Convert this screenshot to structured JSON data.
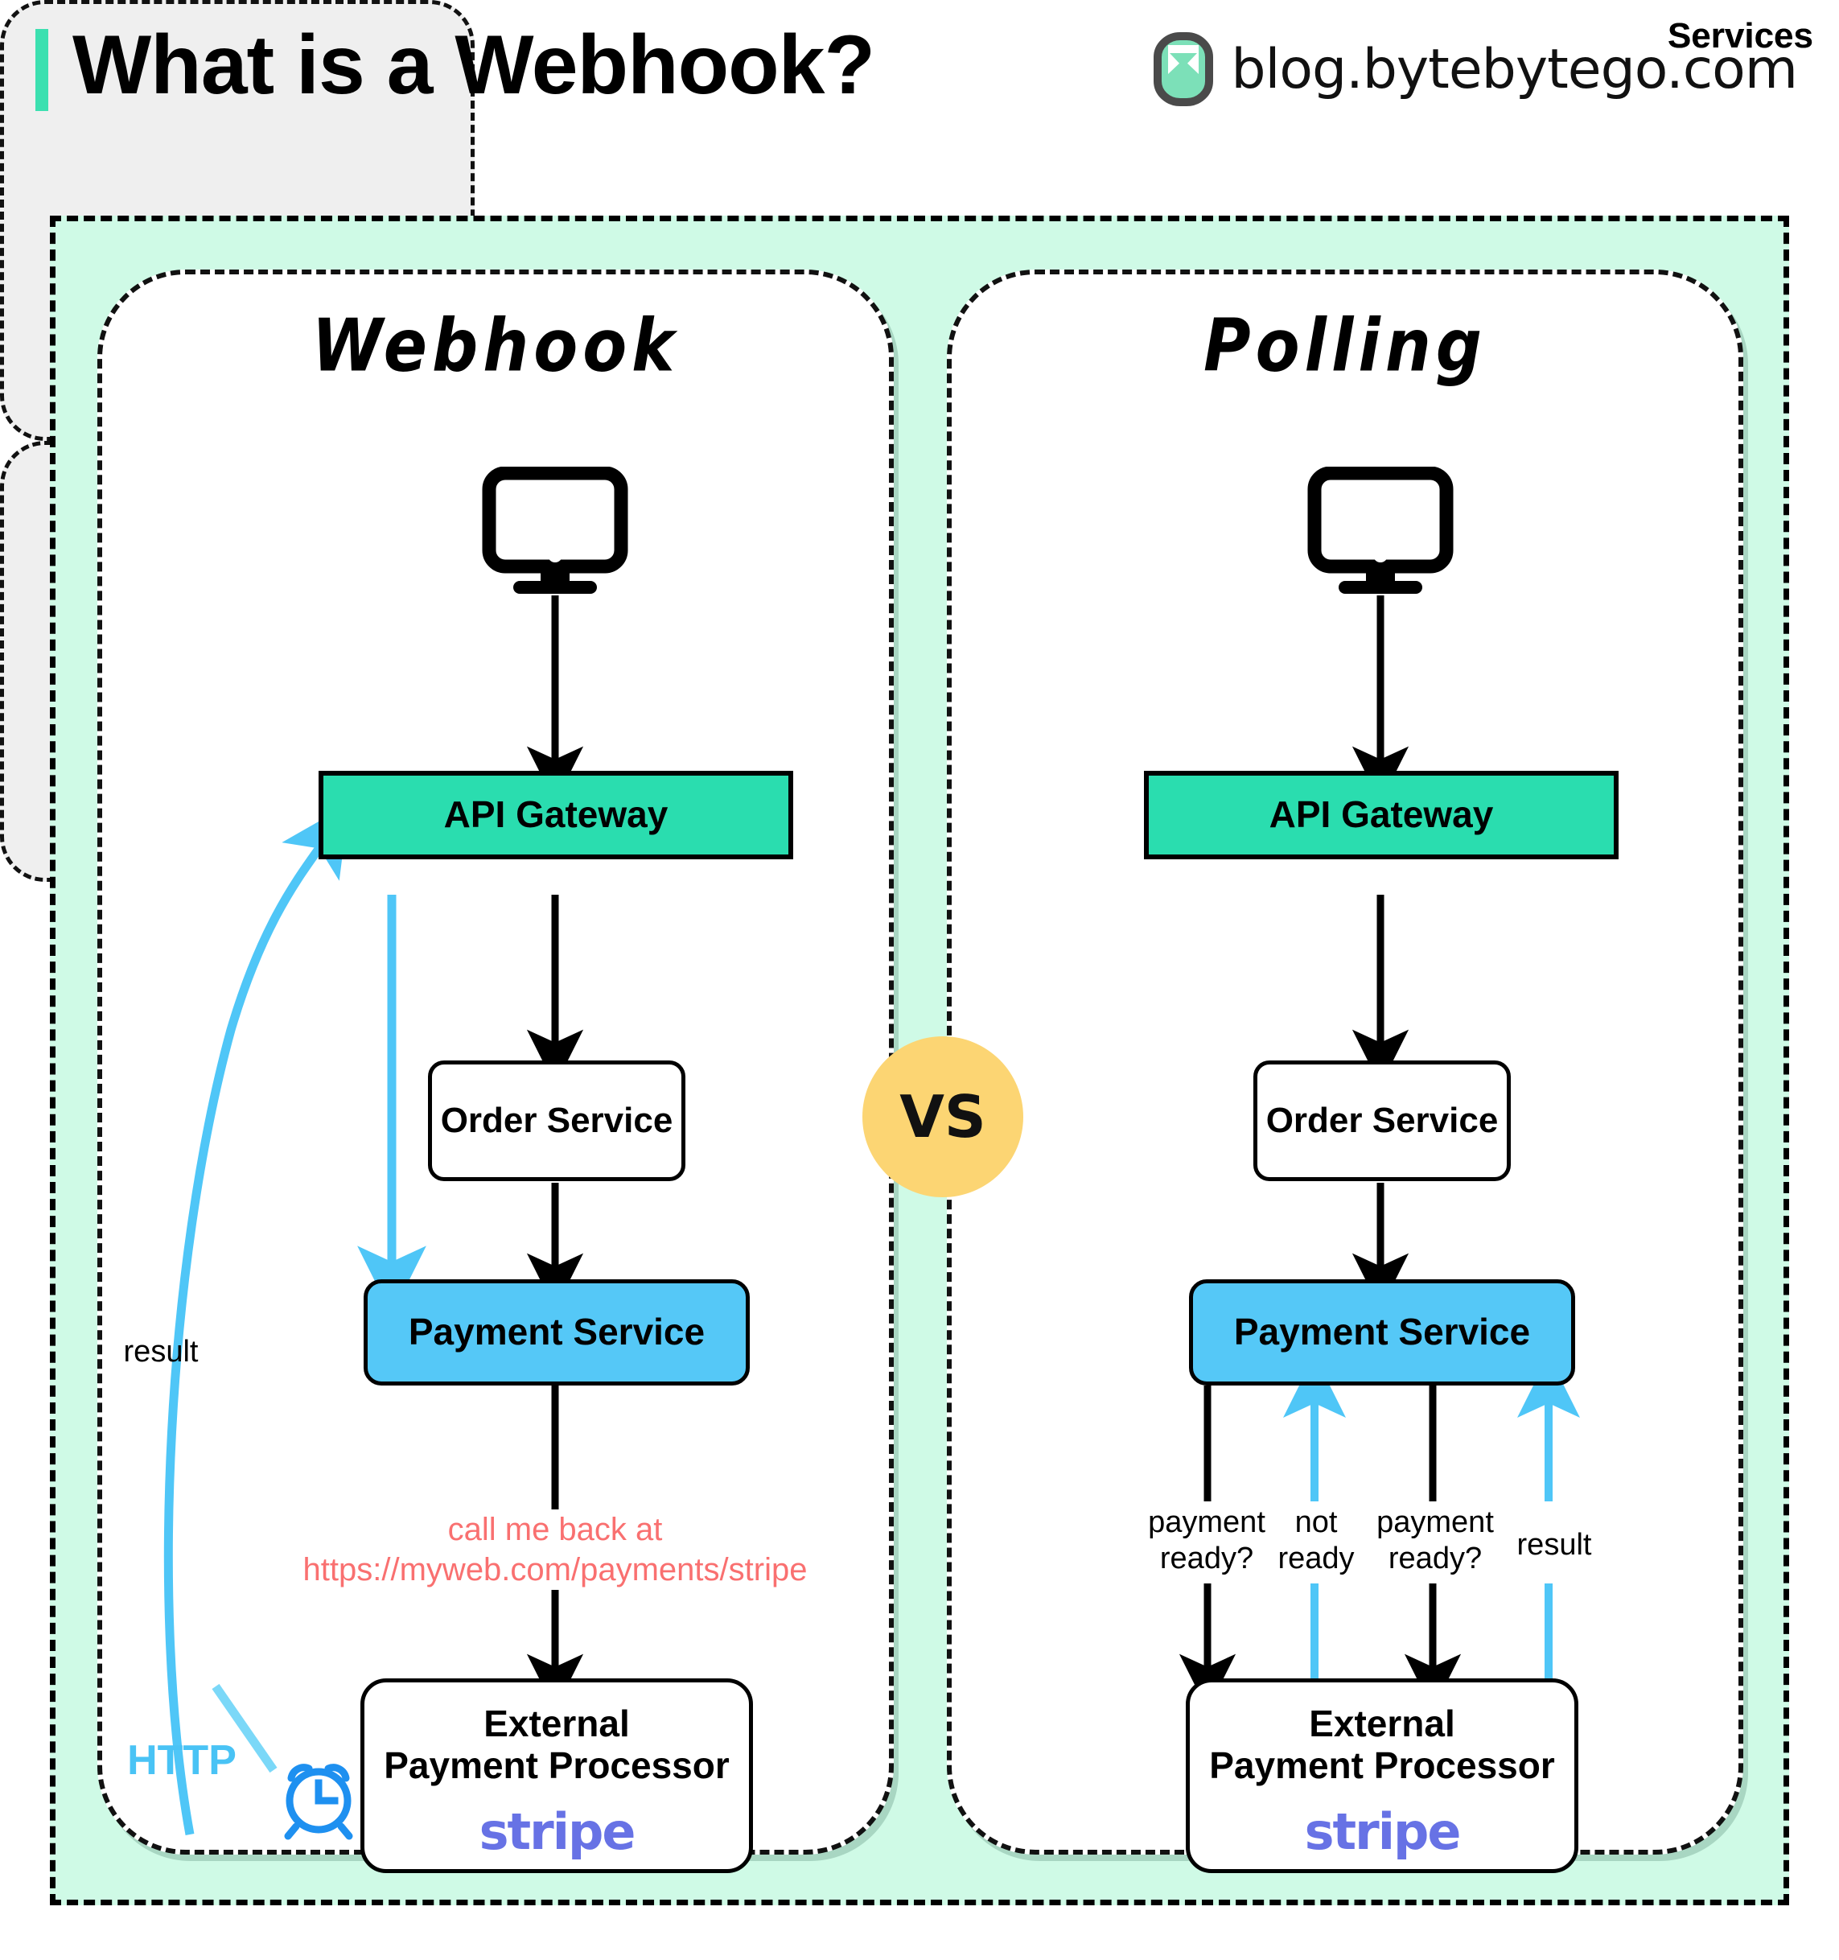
{
  "header": {
    "title": "What is a Webhook?",
    "brand": "blog.bytebytego.com",
    "logo_icon": "bookmark-logo-icon",
    "accent_color": "#3CE0B0"
  },
  "vs_badge": {
    "label": "VS",
    "color": "#FCD573"
  },
  "colors": {
    "canvas": "#CFFAE6",
    "api_gateway": "#2ADDAF",
    "payment_service": "#55C8F7",
    "services_group": "#EFEFEF",
    "http_blue": "#49C3F5",
    "clock_blue": "#1E90F0",
    "callback_red": "#F97070",
    "stripe_purple": "#6772E5"
  },
  "panels": [
    {
      "id": "webhook",
      "title": "Webhook",
      "client_icon": "monitor-icon",
      "gateway": {
        "label": "API Gateway"
      },
      "services_group": {
        "label": "Services"
      },
      "order_service": {
        "label": "Order\nService"
      },
      "payment_service": {
        "label": "Payment Service"
      },
      "processor": {
        "label": "External\nPayment Processor",
        "logo": "stripe"
      },
      "callback_note": "call me back at\nhttps://myweb.com/payments/stripe",
      "result_label": "result",
      "http_label": "HTTP",
      "clock_icon": "alarm-clock-icon"
    },
    {
      "id": "polling",
      "title": "Polling",
      "client_icon": "monitor-icon",
      "gateway": {
        "label": "API Gateway"
      },
      "services_group": {
        "label": "Services"
      },
      "order_service": {
        "label": "Order\nService"
      },
      "payment_service": {
        "label": "Payment Service"
      },
      "processor": {
        "label": "External\nPayment Processor",
        "logo": "stripe"
      },
      "poll_labels": [
        {
          "text": "payment\nready?",
          "direction": "down",
          "color": "#000000"
        },
        {
          "text": "not\nready",
          "direction": "up",
          "color": "#49C3F5"
        },
        {
          "text": "payment\nready?",
          "direction": "down",
          "color": "#000000"
        },
        {
          "text": "result",
          "direction": "up",
          "color": "#49C3F5"
        }
      ]
    }
  ]
}
